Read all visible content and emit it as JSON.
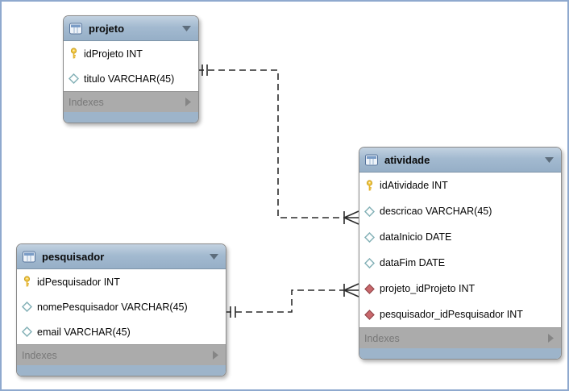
{
  "diagram": {
    "kind": "EER diagram",
    "canvas_border_color": "#8fa9ce",
    "background": "#ffffff"
  },
  "colors": {
    "header_gradient_top": "#c3d2e1",
    "header_gradient_bottom": "#96afc7",
    "footer_bg": "#ababab",
    "footer_text": "#787878",
    "bottom_strip": "#9db4ca",
    "table_border": "#8a8a8a",
    "primary_key_icon": "#f0c23c",
    "attribute_icon_stroke": "#84b1b7",
    "foreign_key_icon_fill": "#c9686c",
    "relationship_line": "#2b2b2b"
  },
  "icons": {
    "header": "table-grid-icon",
    "collapse": "triangle-down-icon",
    "expand": "triangle-right-icon",
    "primary_key": "key-icon",
    "attribute": "diamond-outline-icon",
    "foreign_key": "diamond-filled-icon"
  },
  "tables": [
    {
      "title": "projeto",
      "footer": "Indexes",
      "columns": [
        {
          "label": "idProjeto INT",
          "icon": "key-icon"
        },
        {
          "label": "titulo VARCHAR(45)",
          "icon": "diamond-outline-icon"
        }
      ]
    },
    {
      "title": "atividade",
      "footer": "Indexes",
      "columns": [
        {
          "label": "idAtividade INT",
          "icon": "key-icon"
        },
        {
          "label": "descricao VARCHAR(45)",
          "icon": "diamond-outline-icon"
        },
        {
          "label": "dataInicio DATE",
          "icon": "diamond-outline-icon"
        },
        {
          "label": "dataFim DATE",
          "icon": "diamond-outline-icon"
        },
        {
          "label": "projeto_idProjeto INT",
          "icon": "diamond-filled-icon"
        },
        {
          "label": "pesquisador_idPesquisador INT",
          "icon": "diamond-filled-icon"
        }
      ]
    },
    {
      "title": "pesquisador",
      "footer": "Indexes",
      "columns": [
        {
          "label": "idPesquisador INT",
          "icon": "key-icon"
        },
        {
          "label": "nomePesquisador VARCHAR(45)",
          "icon": "diamond-outline-icon"
        },
        {
          "label": "email VARCHAR(45)",
          "icon": "diamond-outline-icon"
        }
      ]
    }
  ],
  "relationships": [
    {
      "from": "projeto",
      "to": "atividade",
      "from_end": "one (||)",
      "to_end": "many (crow's foot)",
      "line_style": "dashed non-identifying"
    },
    {
      "from": "pesquisador",
      "to": "atividade",
      "from_end": "one (||)",
      "to_end": "many (crow's foot)",
      "line_style": "dashed non-identifying"
    }
  ]
}
